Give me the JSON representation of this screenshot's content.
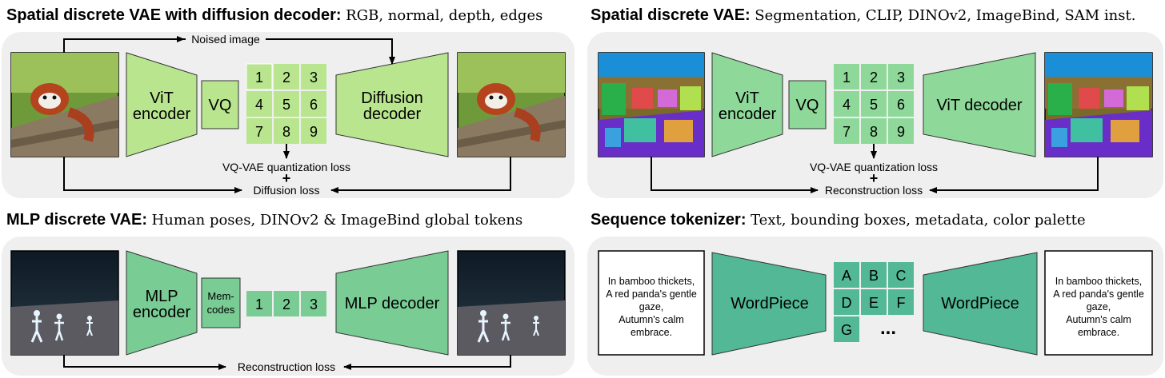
{
  "titles": {
    "p1": {
      "bold": "Spatial discrete VAE with diffusion decoder:",
      "rest": "RGB, normal, depth, edges"
    },
    "p2": {
      "bold": "Spatial discrete VAE:",
      "rest": "Segmentation, CLIP, DINOv2, ImageBind, SAM inst."
    },
    "p3": {
      "bold": "MLP discrete VAE:",
      "rest": "Human poses, DINOv2 & ImageBind global tokens"
    },
    "p4": {
      "bold": "Sequence tokenizer:",
      "rest": "Text, bounding boxes, metadata, color palette"
    }
  },
  "p1": {
    "noised": "Noised image",
    "enc1": "ViT",
    "enc2": "encoder",
    "vq": "VQ",
    "dec1": "Diffusion",
    "dec2": "decoder",
    "codes": [
      "1",
      "2",
      "3",
      "4",
      "5",
      "6",
      "7",
      "8",
      "9"
    ],
    "vqloss": "VQ-VAE quantization loss",
    "plus": "+",
    "loss": "Diffusion loss"
  },
  "p2": {
    "enc1": "ViT",
    "enc2": "encoder",
    "vq": "VQ",
    "dec": "ViT decoder",
    "codes": [
      "1",
      "2",
      "3",
      "4",
      "5",
      "6",
      "7",
      "8",
      "9"
    ],
    "vqloss": "VQ-VAE quantization loss",
    "plus": "+",
    "loss": "Reconstruction loss"
  },
  "p3": {
    "enc1": "MLP",
    "enc2": "encoder",
    "mem1": "Mem-",
    "mem2": "codes",
    "codes": [
      "1",
      "2",
      "3"
    ],
    "dec": "MLP decoder",
    "loss": "Reconstruction loss"
  },
  "p4": {
    "text_lines": [
      "In bamboo thickets,",
      "A red panda's gentle",
      "gaze,",
      "Autumn's calm",
      "embrace."
    ],
    "enc": "WordPiece",
    "dec": "WordPiece",
    "codes": [
      "A",
      "B",
      "C",
      "D",
      "E",
      "F",
      "G"
    ],
    "ellipsis": "..."
  },
  "colors": {
    "light_green": "#b9e58f",
    "mid_green": "#8ed99a",
    "teal_green": "#79cc94",
    "dark_teal": "#52b896",
    "panel_bg": "#efefef"
  }
}
